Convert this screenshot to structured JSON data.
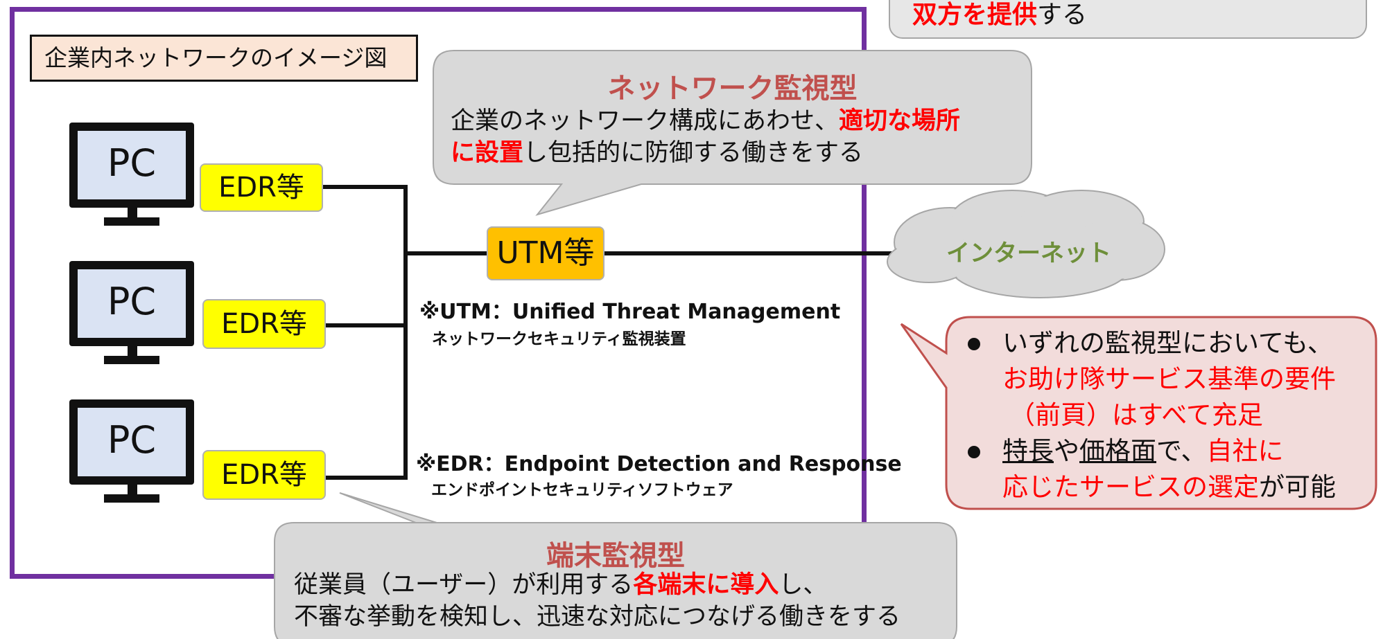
{
  "top_callout": {
    "highlight": "双方を提供",
    "rest": "する"
  },
  "title": "企業内ネットワークのイメージ図",
  "pcs": [
    "PC",
    "PC",
    "PC"
  ],
  "edr_tags": [
    "EDR等",
    "EDR等",
    "EDR等"
  ],
  "utm_label": "UTM等",
  "internet_label": "インターネット",
  "utm_note": {
    "line1": "※UTM：Unified Threat Management",
    "line2": "ネットワークセキュリティ監視装置"
  },
  "edr_note": {
    "line1": "※EDR：Endpoint Detection and Response",
    "line2": "エンドポイントセキュリティソフトウェア"
  },
  "network_bubble": {
    "heading": "ネットワーク監視型",
    "line1_plain": "企業のネットワーク構成にあわせ、",
    "line1_red": "適切な場所",
    "line2_red": "に設置",
    "line2_plain": "し包括的に防御する働きをする"
  },
  "endpoint_bubble": {
    "heading": "端末監視型",
    "line1_plain": "従業員（ユーザー）が利用する",
    "line1_red": "各端末に導入",
    "line1_end": "し、",
    "line2": "不審な挙動を検知し、迅速な対応につなげる働きをする"
  },
  "right_box": {
    "b1_line1": "いずれの監視型においても、",
    "b1_line2": "お助け隊サービス基準の要件",
    "b1_line3": "（前頁）はすべて充足",
    "b2_u1": "特長",
    "b2_mid": "や",
    "b2_u2": "価格面",
    "b2_after": "で、",
    "b2_red1": "自社に",
    "b2_red2": "応じたサービスの選定",
    "b2_end": "が可能"
  },
  "colors": {
    "frame": "#7030a0",
    "edr": "#ffff00",
    "utm": "#ffc000",
    "title_bg": "#fbe5d6",
    "alert": "#ff0000",
    "bubble_head": "#c0504d",
    "right_box_bg": "#f2dcdb",
    "right_box_border": "#c0504d",
    "internet": "#6e8f3a"
  }
}
